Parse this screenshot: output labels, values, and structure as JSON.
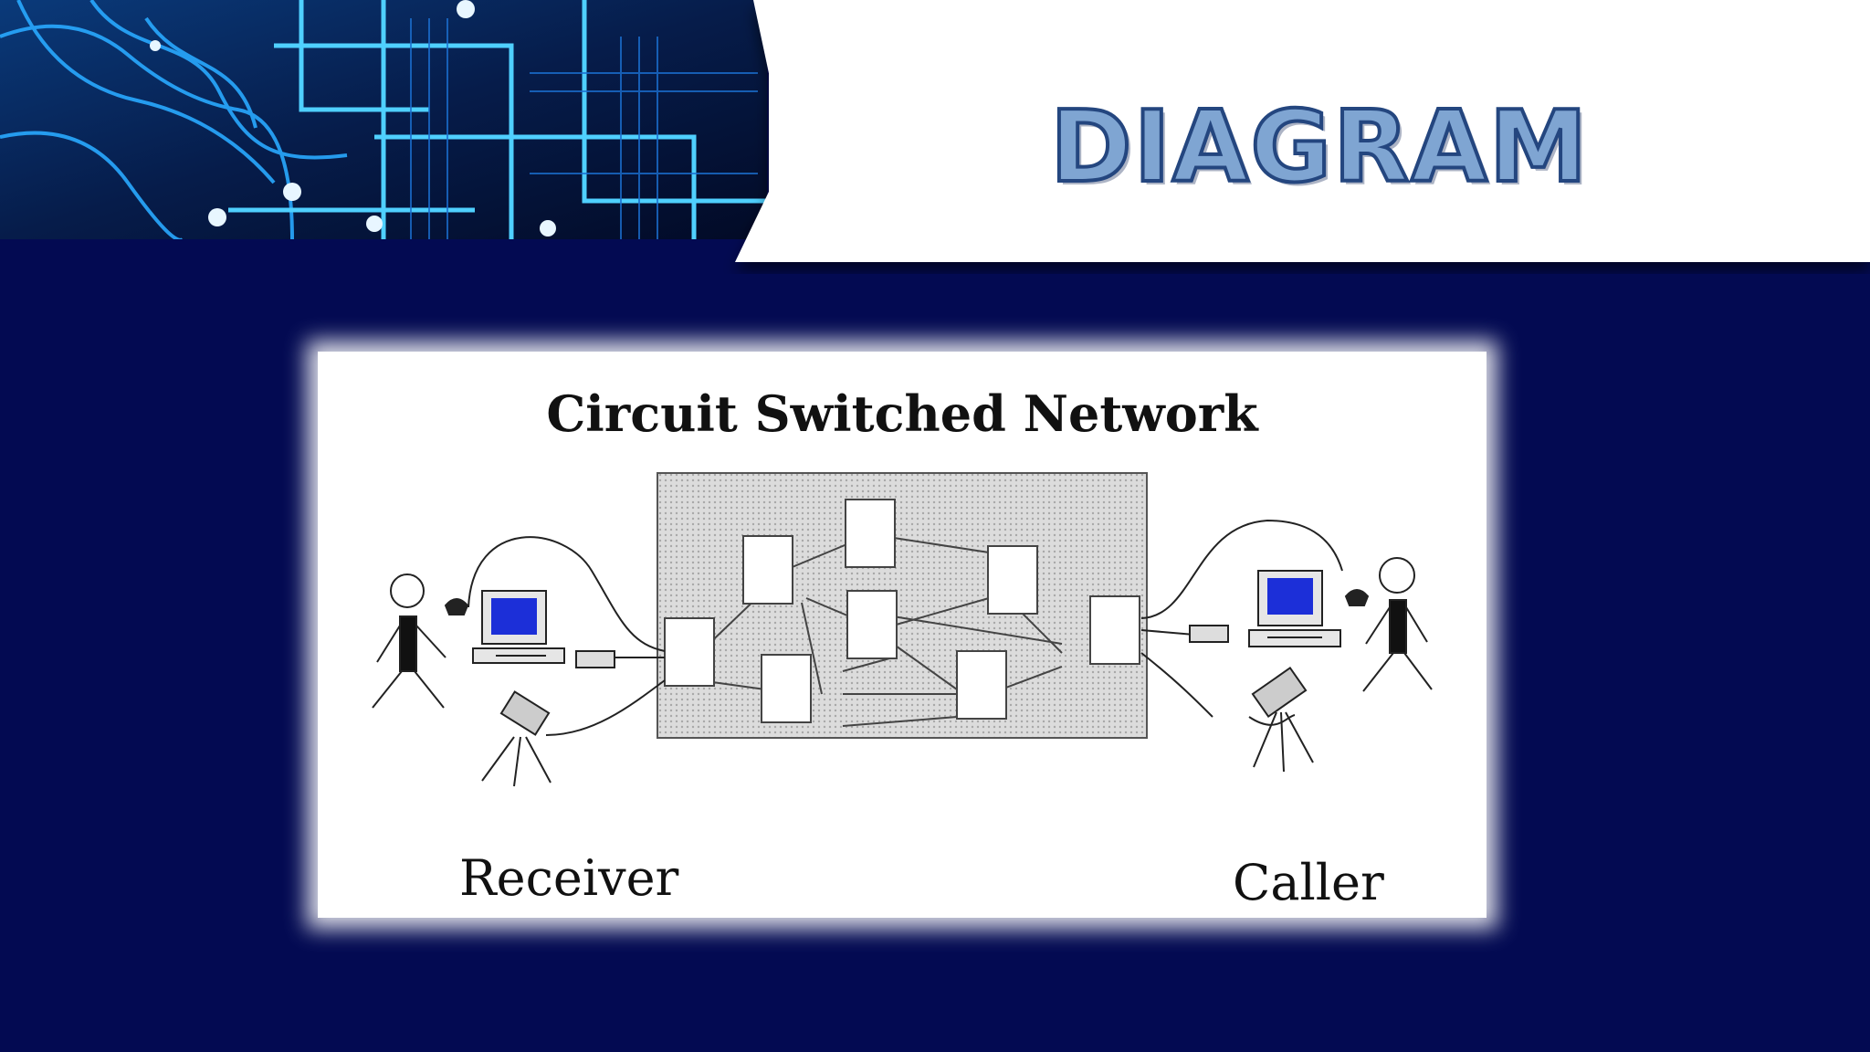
{
  "slide": {
    "title": "DIAGRAM"
  },
  "figure": {
    "title": "Circuit Switched Network",
    "left_label": "Receiver",
    "right_label": "Caller"
  },
  "colors": {
    "background": "#030a52",
    "title_fill": "#7fa5d2",
    "title_outline": "#24467f",
    "monitor_screen": "#1c2fd8",
    "network_cloud": "#d3d3d3"
  }
}
